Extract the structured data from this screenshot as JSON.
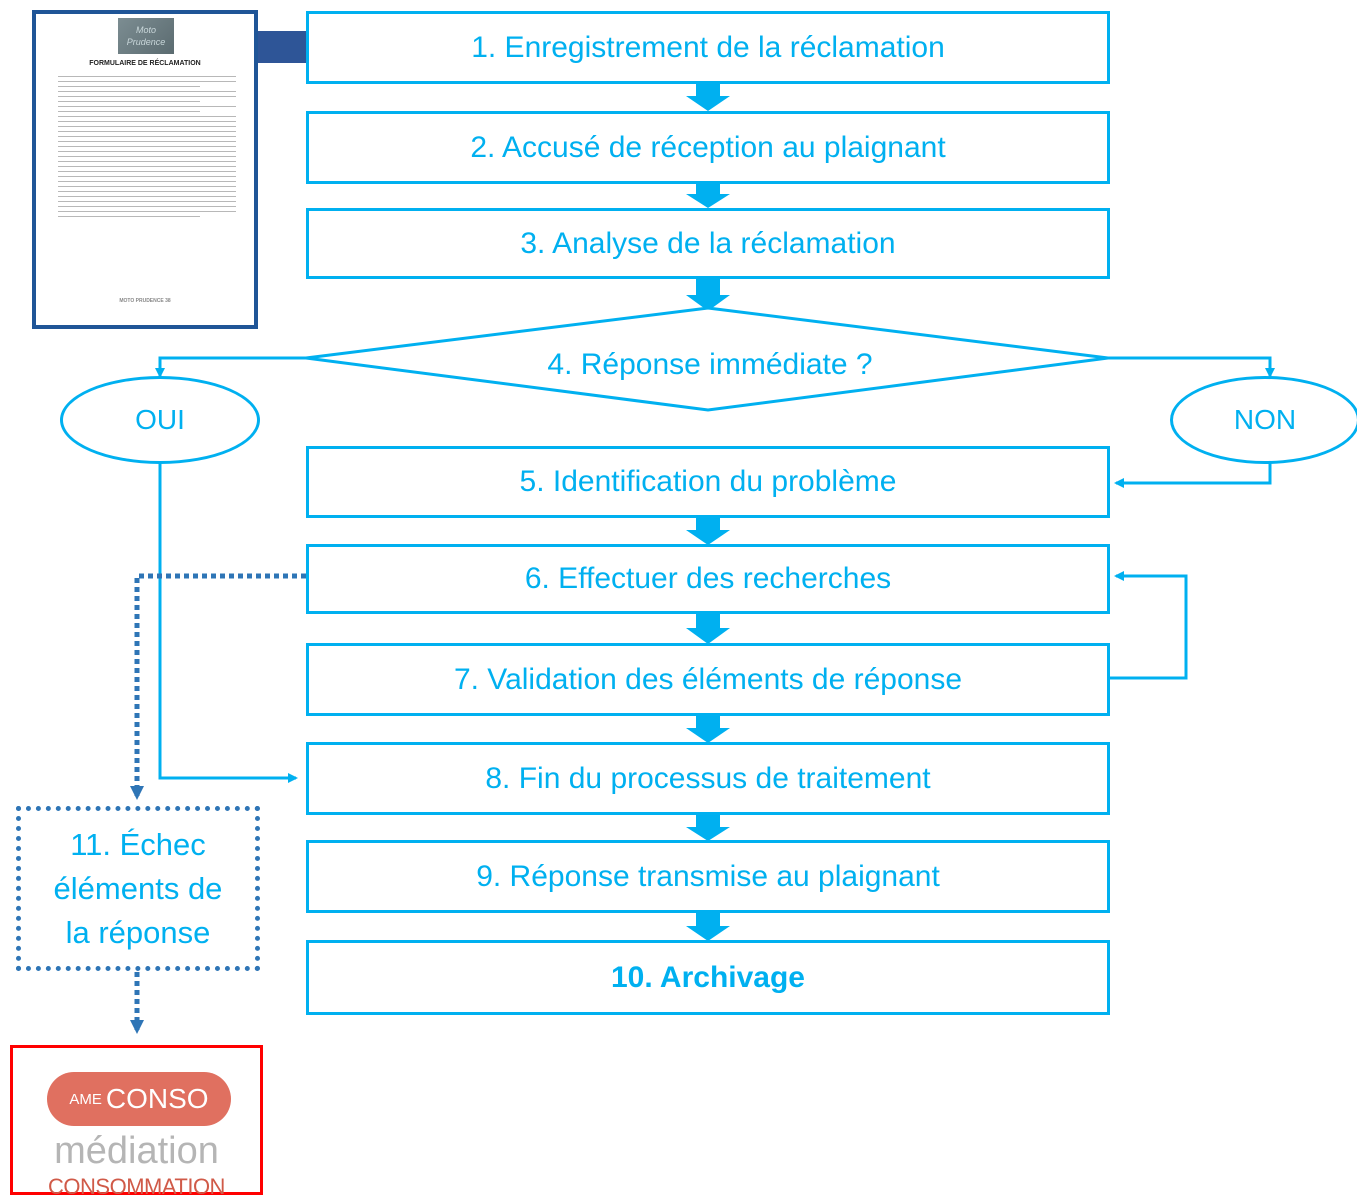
{
  "steps": {
    "s1": "1.  Enregistrement de la réclamation",
    "s2": "2.  Accusé de réception au plaignant",
    "s3": "3.  Analyse de la réclamation",
    "s4": "4.  Réponse immédiate ?",
    "s5": "5.   Identification du problème",
    "s6": "6.   Effectuer des recherches",
    "s7": "7.   Validation des éléments de réponse",
    "s8": "8.   Fin du processus de traitement",
    "s9": "9.   Réponse transmise au plaignant",
    "s10": "10.   Archivage"
  },
  "branches": {
    "yes": "OUI",
    "no": "NON"
  },
  "failure": {
    "line1": "11. Échec",
    "line2": "éléments de",
    "line3": "la réponse"
  },
  "form_doc": {
    "title": "FORMULAIRE DE RÉCLAMATION",
    "logo_text": "Moto Prudence",
    "footer_name": "MOTO PRUDENCE 38"
  },
  "mediator_logo": {
    "ame": "AME",
    "conso": "CONSO",
    "mediation": "médiation",
    "consommation": "CONSOMMATION"
  },
  "colors": {
    "box_border": "#00b0f0",
    "text": "#00b0f0",
    "dotted_path": "#2e75b6",
    "doc_arrow": "#2e5597",
    "logo_border": "#ff0000"
  }
}
